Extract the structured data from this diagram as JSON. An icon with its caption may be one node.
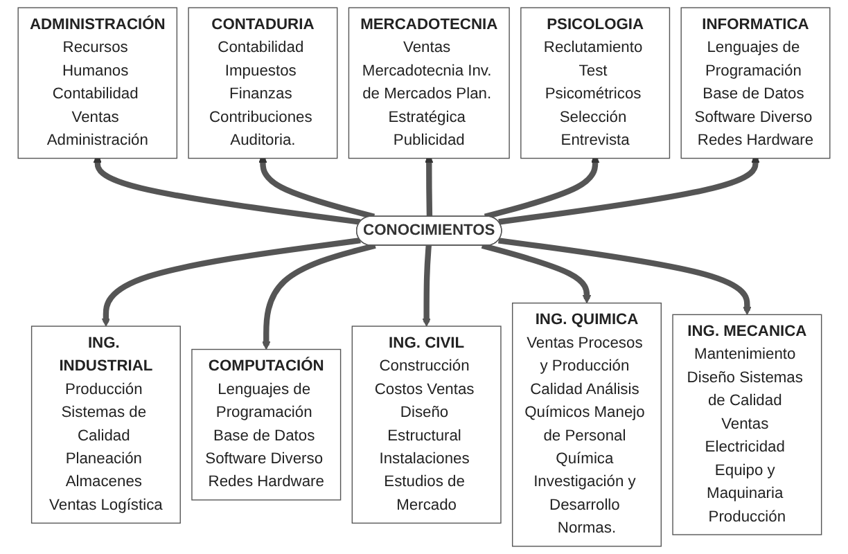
{
  "diagram": {
    "nodes": [
      {
        "text": [
          "ADMINISTRACIÓN",
          "Recursos Humanos Contabilidad Ventas Administración"
        ]
      },
      {
        "text": [
          "CONTADURIA",
          "Contabilidad Impuestos Finanzas Contribuciones Auditoria."
        ]
      },
      {
        "text": [
          "MERCADOTECNIA",
          "Ventas Mercadotecnia Inv. de Mercados Plan. Estratégica Publicidad"
        ]
      },
      {
        "text": [
          "PSICOLOGIA",
          "Reclutamiento Test Psicométricos Selección Entrevista"
        ]
      },
      {
        "text": [
          "INFORMATICA",
          "Lenguajes de Programación Base de Datos Software Diverso Redes Hardware"
        ]
      },
      {
        "text": [
          "CONOCIMIENTOS"
        ]
      },
      {
        "text": [
          "ING. INDUSTRIAL",
          "Producción Sistemas de Calidad Planeación Almacenes Ventas Logística"
        ]
      },
      {
        "text": [
          "COMPUTACIÓN",
          "Lenguajes de Programación Base de Datos Software Diverso Redes Hardware"
        ]
      },
      {
        "text": [
          "ING. CIVIL",
          "Construcción Costos Ventas Diseño Estructural Instalaciones Estudios de Mercado"
        ]
      },
      {
        "text": [
          "ING. QUIMICA",
          "Ventas Procesos y Producción Calidad Análisis Químicos Manejo de Personal Química Investigación y Desarrollo Normas."
        ]
      },
      {
        "text": [
          "ING. MECANICA",
          "Mantenimiento Diseño Sistemas de Calidad Ventas Electricidad Equipo y Maquinaria Producción"
        ]
      }
    ],
    "edges": [
      {
        "from": 5,
        "to": 0,
        "arrow": "to"
      },
      {
        "from": 5,
        "to": 1,
        "arrow": "to"
      },
      {
        "from": 5,
        "to": 2,
        "arrow": "to"
      },
      {
        "from": 5,
        "to": 3,
        "arrow": "to"
      },
      {
        "from": 5,
        "to": 4,
        "arrow": "to"
      },
      {
        "from": 5,
        "to": 6,
        "arrow": "to"
      },
      {
        "from": 5,
        "to": 7,
        "arrow": "to"
      },
      {
        "from": 5,
        "to": 8,
        "arrow": "to"
      },
      {
        "from": 5,
        "to": 9,
        "arrow": "to"
      },
      {
        "from": 5,
        "to": 10,
        "arrow": "to"
      }
    ]
  }
}
